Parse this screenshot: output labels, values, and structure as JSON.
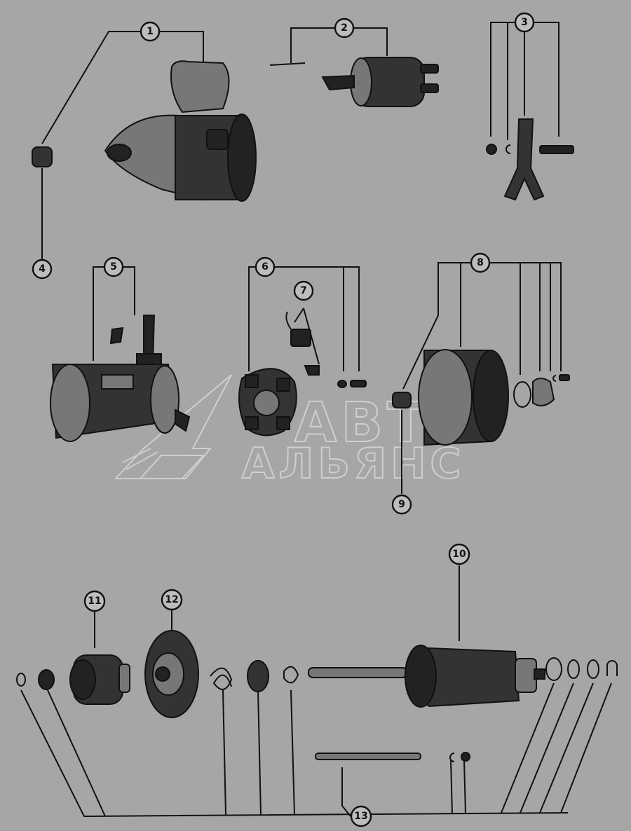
{
  "watermark": {
    "line1": "АВТО",
    "line2": "АЛЬЯНС"
  },
  "callouts": {
    "c1": "1",
    "c2": "2",
    "c3": "3",
    "c4": "4",
    "c5": "5",
    "c6": "6",
    "c7": "7",
    "c8": "8",
    "c9": "9",
    "c10": "10",
    "c11": "11",
    "c12": "12",
    "c13": "13"
  },
  "colors": {
    "background": "#a6a6a6",
    "ink": "#111111"
  }
}
